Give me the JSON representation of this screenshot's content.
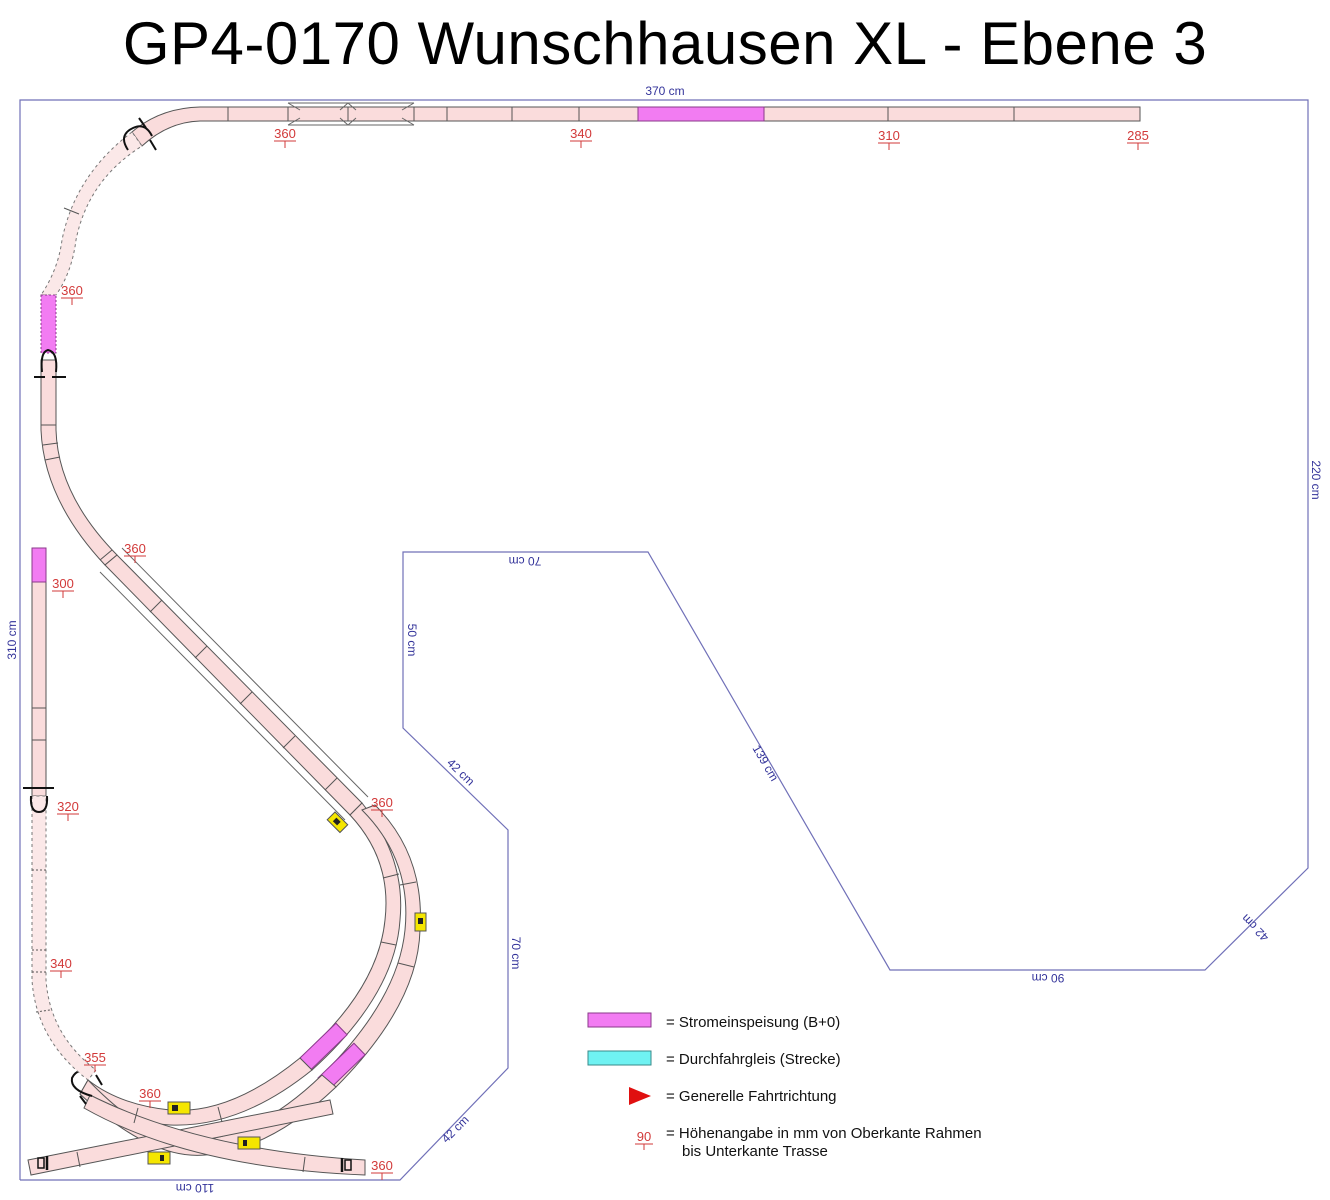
{
  "title": "GP4-0170 Wunschhausen XL - Ebene 3",
  "colors": {
    "track_fill": "#fadcdc",
    "track_stroke": "#555555",
    "power_feed": "#f27cf2",
    "through_track": "#6ff2f2",
    "direction_arrow": "#e01010",
    "dimension_text": "#33339a",
    "height_text": "#d23a3a",
    "frame_line": "#7070b8"
  },
  "dimensions": {
    "top": "370 cm",
    "right": "220 cm",
    "left": "310 cm",
    "bottom": "110 cm",
    "inner_top": "70 cm",
    "inner_left": "50 cm",
    "inner_diag_left": "42 cm",
    "inner_right_vertical": "70 cm",
    "lower_diag": "42 cm",
    "long_diag": "139 cm",
    "island_bottom": "90 cm",
    "island_diag_right": "42 cm"
  },
  "heights": [
    {
      "id": "h_top_360",
      "value": "360"
    },
    {
      "id": "h_top_340",
      "value": "340"
    },
    {
      "id": "h_top_310",
      "value": "310"
    },
    {
      "id": "h_top_285",
      "value": "285"
    },
    {
      "id": "h_left_360",
      "value": "360"
    },
    {
      "id": "h_ramp_360",
      "value": "360"
    },
    {
      "id": "h_branch_300",
      "value": "300"
    },
    {
      "id": "h_branch_320",
      "value": "320"
    },
    {
      "id": "h_branch_340",
      "value": "340"
    },
    {
      "id": "h_curve_360",
      "value": "360"
    },
    {
      "id": "h_bottom_355",
      "value": "355"
    },
    {
      "id": "h_bottom_360a",
      "value": "360"
    },
    {
      "id": "h_bottom_360b",
      "value": "360"
    }
  ],
  "legend": {
    "items": [
      {
        "symbol": "power-feed-swatch",
        "label": "= Stromeinspeisung (B+0)"
      },
      {
        "symbol": "through-track-swatch",
        "label": "= Durchfahrgleis (Strecke)"
      },
      {
        "symbol": "direction-arrow",
        "label": "= Generelle Fahrtrichtung"
      },
      {
        "symbol": "height-marker",
        "sample_value": "90",
        "label_line1": "= Höhenangabe in mm von Oberkante Rahmen",
        "label_line2": "bis Unterkante Trasse"
      }
    ]
  }
}
